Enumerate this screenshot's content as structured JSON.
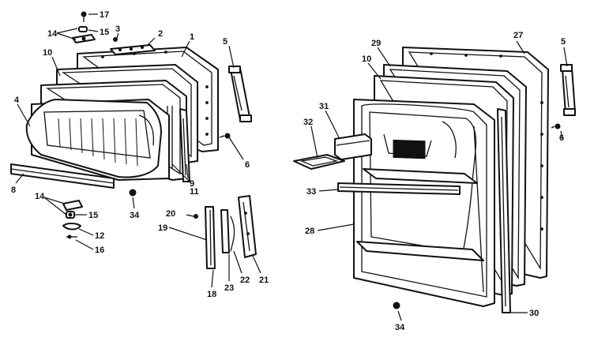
{
  "callouts": {
    "c17": "17",
    "c14a": "14",
    "c15a": "15",
    "c3": "3",
    "c2": "2",
    "c1": "1",
    "c10a": "10",
    "c5a": "5",
    "c4": "4",
    "c6a": "6",
    "c8": "8",
    "c9": "9",
    "c11": "11",
    "c14b": "14",
    "c15b": "15",
    "c34a": "34",
    "c12": "12",
    "c16": "16",
    "c20": "20",
    "c19": "19",
    "c18": "18",
    "c23": "23",
    "c22": "22",
    "c21": "21",
    "c29": "29",
    "c27": "27",
    "c10b": "10",
    "c5b": "5",
    "c31": "31",
    "c32": "32",
    "c6b": "6",
    "c33": "33",
    "c28": "28",
    "c30": "30",
    "c34b": "34"
  }
}
